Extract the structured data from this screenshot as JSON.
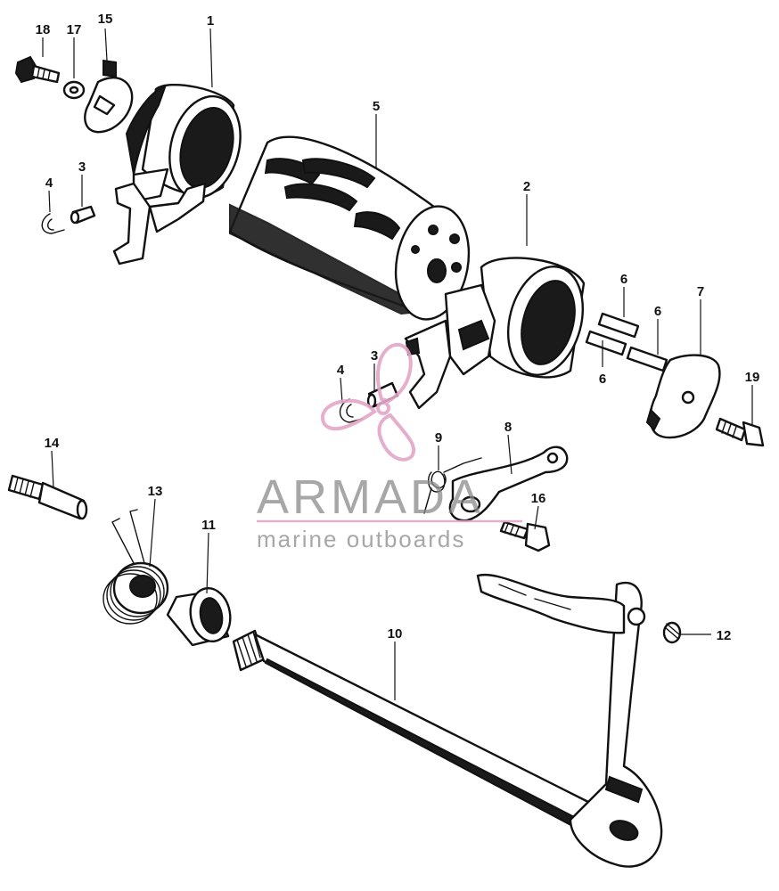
{
  "callouts": [
    {
      "id": "18",
      "label": "18"
    },
    {
      "id": "17",
      "label": "17"
    },
    {
      "id": "15",
      "label": "15"
    },
    {
      "id": "1",
      "label": "1"
    },
    {
      "id": "4a",
      "label": "4"
    },
    {
      "id": "3a",
      "label": "3"
    },
    {
      "id": "5",
      "label": "5"
    },
    {
      "id": "2",
      "label": "2"
    },
    {
      "id": "6a",
      "label": "6"
    },
    {
      "id": "6b",
      "label": "6"
    },
    {
      "id": "6c",
      "label": "6"
    },
    {
      "id": "7",
      "label": "7"
    },
    {
      "id": "19",
      "label": "19"
    },
    {
      "id": "3b",
      "label": "3"
    },
    {
      "id": "4b",
      "label": "4"
    },
    {
      "id": "9",
      "label": "9"
    },
    {
      "id": "8",
      "label": "8"
    },
    {
      "id": "16",
      "label": "16"
    },
    {
      "id": "14",
      "label": "14"
    },
    {
      "id": "13",
      "label": "13"
    },
    {
      "id": "11",
      "label": "11"
    },
    {
      "id": "10",
      "label": "10"
    },
    {
      "id": "12",
      "label": "12"
    }
  ],
  "watermark": {
    "brand": "ARMADA",
    "tagline": "marine outboards",
    "logo_color": "#e3a6c8",
    "text_color": "#8a8a8a"
  },
  "colors": {
    "line": "#111111",
    "background": "#ffffff"
  }
}
